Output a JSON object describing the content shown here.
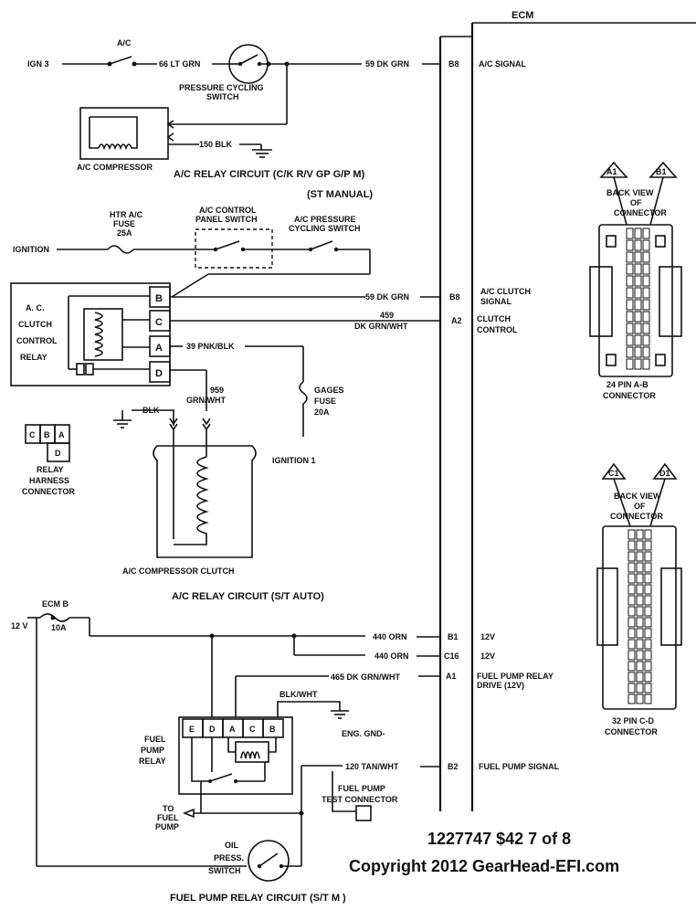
{
  "ecm": {
    "title": "ECM"
  },
  "section1": {
    "ign3": "IGN 3",
    "ac": "A/C",
    "wire_66": "66 LT GRN",
    "pcs_l1": "PRESSURE CYCLING",
    "pcs_l2": "SWITCH",
    "wire_59": "59 DK GRN",
    "pin_b8": "B8",
    "ac_signal": "A/C SIGNAL",
    "wire_150": "150 BLK",
    "compressor": "A/C COMPRESSOR",
    "title": "A/C RELAY CIRCUIT (C/K  R/V  GP  G/P M)",
    "subtitle": "(ST MANUAL)"
  },
  "section2": {
    "htr_l1": "HTR A/C",
    "htr_l2": "FUSE",
    "htr_l3": "25A",
    "panel_l1": "A/C CONTROL",
    "panel_l2": "PANEL SWITCH",
    "press_l1": "A/C PRESSURE",
    "press_l2": "CYCLING SWITCH",
    "ignition": "IGNITION",
    "relay_l1": "A. C.",
    "relay_l2": "CLUTCH",
    "relay_l3": "CONTROL",
    "relay_l4": "RELAY",
    "pins": [
      "B",
      "C",
      "A",
      "D"
    ],
    "wire_59": "59 DK GRN",
    "pin_b8": "B8",
    "clutch_sig_l1": "A/C CLUTCH",
    "clutch_sig_l2": "SIGNAL",
    "wire_459_l1": "459",
    "wire_459_l2": "DK GRN/WHT",
    "pin_a2": "A2",
    "clutch_ctl_l1": "CLUTCH",
    "clutch_ctl_l2": "CONTROL",
    "wire_39": "39 PNK/BLK",
    "wire_959_l1": "959",
    "wire_959_l2": "GRN/WHT",
    "blk": "BLK",
    "gages_l1": "GAGES",
    "gages_l2": "FUSE",
    "gages_l3": "20A",
    "ign1": "IGNITION 1",
    "harness_pins": [
      "C",
      "B",
      "A",
      "D"
    ],
    "harness_l1": "RELAY",
    "harness_l2": "HARNESS",
    "harness_l3": "CONNECTOR",
    "clutch": "A/C COMPRESSOR CLUTCH",
    "title": "A/C RELAY CIRCUIT (S/T AUTO)"
  },
  "section3": {
    "ecm_b": "ECM B",
    "v12": "12 V",
    "fuse": "10A",
    "wire_440a": "440 ORN",
    "pin_b1": "B1",
    "v12_b1": "12V",
    "wire_440b": "440 ORN",
    "pin_c16": "C16",
    "v12_c16": "12V",
    "wire_465": "465 DK GRN/WHT",
    "pin_a1": "A1",
    "fp_drive_l1": "FUEL PUMP RELAY",
    "fp_drive_l2": "DRIVE (12V)",
    "blk_wht": "BLK/WHT",
    "relay_pins": [
      "E",
      "D",
      "A",
      "C",
      "B"
    ],
    "fp_relay_l1": "FUEL",
    "fp_relay_l2": "PUMP",
    "fp_relay_l3": "RELAY",
    "eng_gnd": "ENG. GND-",
    "wire_120": "120 TAN/WHT",
    "pin_b2": "B2",
    "fp_signal": "FUEL PUMP SIGNAL",
    "test_l1": "FUEL PUMP",
    "test_l2": "TEST CONNECTOR",
    "to_l1": "TO",
    "to_l2": "FUEL",
    "to_l3": "PUMP",
    "oil_l1": "OIL",
    "oil_l2": "PRESS.",
    "oil_l3": "SWITCH",
    "title": "FUEL PUMP RELAY CIRCUIT (S/T M )"
  },
  "connectors": {
    "a1": "A1",
    "b1": "B1",
    "back_l1": "BACK VIEW",
    "back_l2": "OF",
    "back_l3": "CONNECTOR",
    "ab_l1": "24 PIN A-B",
    "ab_l2": "CONNECTOR",
    "c1": "C1",
    "d1": "D1",
    "cd_back_l1": "BACK VIEW",
    "cd_back_l2": "OF",
    "cd_back_l3": "CONNECTOR",
    "cd_l1": "32 PIN C-D",
    "cd_l2": "CONNECTOR"
  },
  "footer": {
    "line1": "1227747 $42 7 of 8",
    "line2": "Copyright 2012 GearHead-EFI.com"
  }
}
